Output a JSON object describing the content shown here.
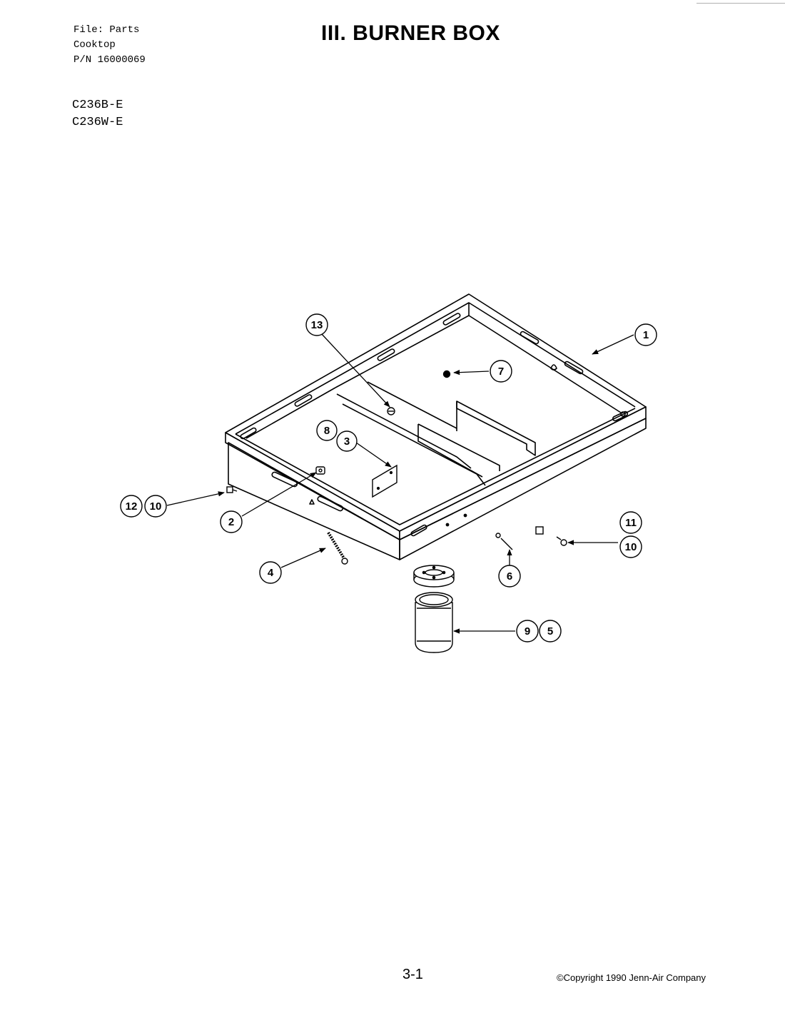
{
  "header": {
    "file_lines": [
      "File: Parts",
      "Cooktop",
      "P/N 16000069"
    ],
    "models": [
      "C236B-E",
      "C236W-E"
    ],
    "title": "III. BURNER BOX"
  },
  "diagram": {
    "callouts": [
      {
        "id": "c1",
        "label": "1"
      },
      {
        "id": "c2",
        "label": "2"
      },
      {
        "id": "c3",
        "label": "3"
      },
      {
        "id": "c4",
        "label": "4"
      },
      {
        "id": "c5",
        "label": "5"
      },
      {
        "id": "c6",
        "label": "6"
      },
      {
        "id": "c7",
        "label": "7"
      },
      {
        "id": "c8",
        "label": "8"
      },
      {
        "id": "c9",
        "label": "9"
      },
      {
        "id": "c10a",
        "label": "10"
      },
      {
        "id": "c10b",
        "label": "10"
      },
      {
        "id": "c11",
        "label": "11"
      },
      {
        "id": "c12",
        "label": "12"
      },
      {
        "id": "c13",
        "label": "13"
      }
    ]
  },
  "footer": {
    "page_number": "3-1",
    "copyright": "©Copyright 1990 Jenn-Air Company"
  }
}
